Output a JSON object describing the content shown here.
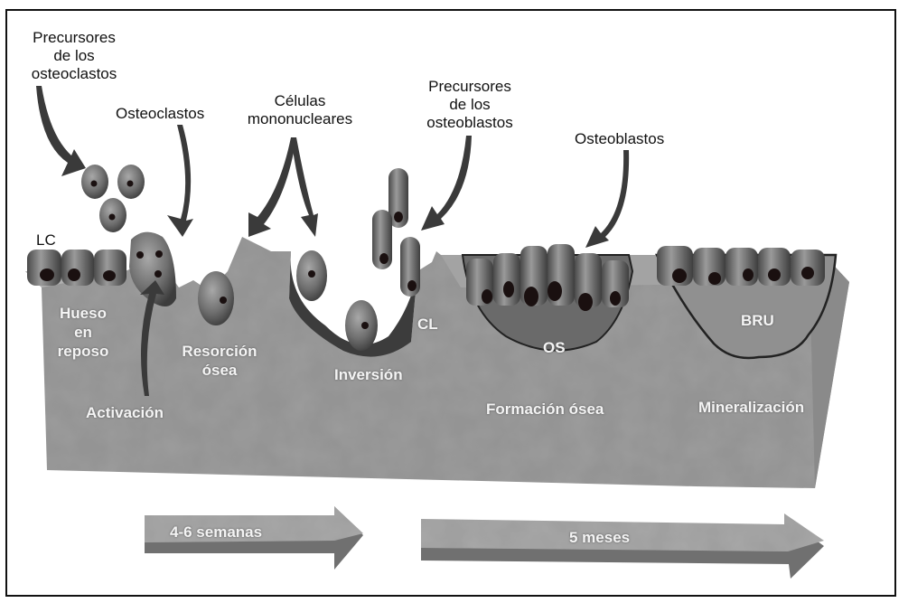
{
  "colors": {
    "bone": "#9c9c9c",
    "bone_dark": "#7c7c7c",
    "bone_side": "#8a8a8a",
    "cell": "#6e6e6e",
    "cell_dark": "#3c3c3c",
    "nucleus": "#1a1010",
    "arrow": "#3a3a3a",
    "text_dark": "#111111",
    "text_light": "#f4f4f4"
  },
  "labels": {
    "osteoclast_precursors": [
      "Precursores",
      "de los",
      "osteoclastos"
    ],
    "osteoclasts": "Osteoclastos",
    "mononuclear_cells": [
      "Células",
      "mononucleares"
    ],
    "osteoblast_precursors": [
      "Precursores",
      "de los",
      "osteoblastos"
    ],
    "osteoblasts": "Osteoblastos",
    "lining_cells": "LC",
    "cement_line": "CL",
    "osteoid": "OS",
    "bmu": "BRU"
  },
  "phases": {
    "resting_bone": [
      "Hueso",
      "en",
      "reposo"
    ],
    "activation": "Activación",
    "resorption": [
      "Resorción",
      "ósea"
    ],
    "reversal": "Inversión",
    "formation": "Formación ósea",
    "mineralization": "Mineralización"
  },
  "durations": {
    "resorption_duration": "4-6 semanas",
    "formation_duration": "5 meses"
  }
}
